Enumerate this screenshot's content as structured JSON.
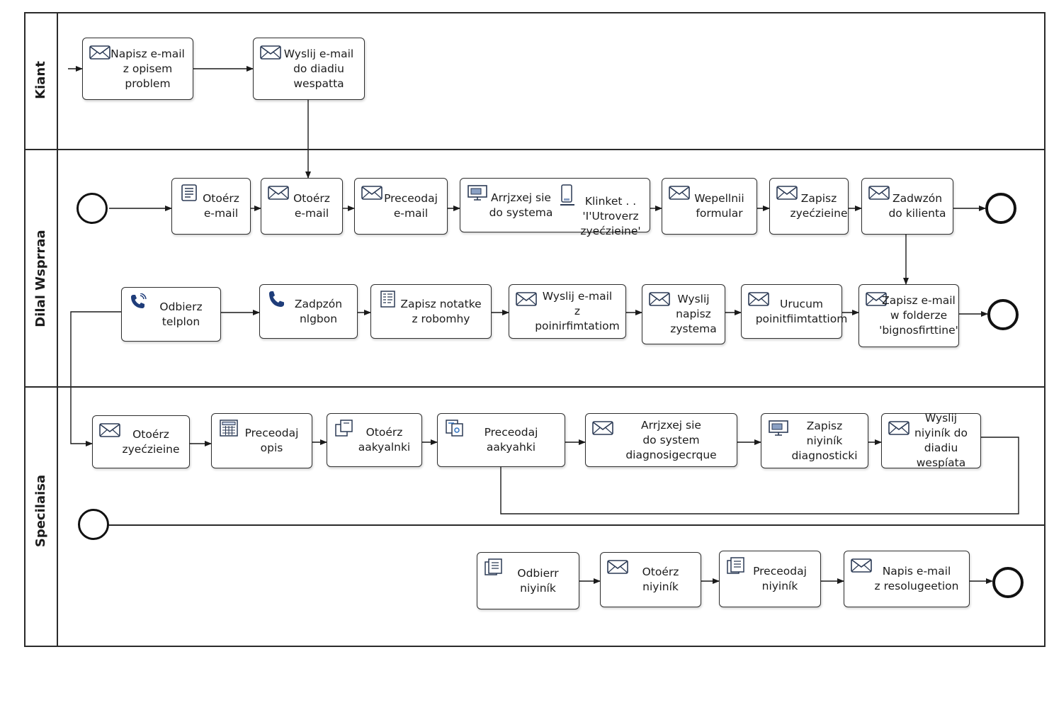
{
  "lanes": [
    {
      "title": "Kiant"
    },
    {
      "title": "Dilal  Wsprraa"
    },
    {
      "title": "Specilaisa"
    }
  ],
  "tasks": {
    "k1": {
      "label": "Napisz e-mail\nz opisem problem",
      "icon": "envelope-icon"
    },
    "k2": {
      "label": "Wyslij e-mail\ndo diadiu wespatta",
      "icon": "envelope-icon"
    },
    "d1": {
      "label": "Otoérz\ne-mail",
      "icon": "document-icon"
    },
    "d2": {
      "label": "Otoérz\ne-mail",
      "icon": "envelope-icon"
    },
    "d3": {
      "label": "Preceodaj\ne-mail",
      "icon": "envelope-icon"
    },
    "d4": {
      "label": "Arrjzxej sie\ndo systema",
      "icon": "monitor-icon",
      "sub_label": "Klinket . .\n'I'Utroverz\nzyećzieine'",
      "sub_icon": "device-icon"
    },
    "d5": {
      "label": "Wepellnii\nformular",
      "icon": "envelope-icon"
    },
    "d6": {
      "label": "Zapisz\nzyećzieine",
      "icon": "envelope-icon"
    },
    "d7": {
      "label": "Zadwzón\ndo kilienta",
      "icon": "envelope-icon"
    },
    "e1": {
      "label": "Odbierz\ntelplon",
      "icon": "phone-ring-icon"
    },
    "e2": {
      "label": "Zadpzón\nnlgbon",
      "icon": "phone-icon"
    },
    "e3": {
      "label": "Zapisz notatke\nz robomhy",
      "icon": "notes-icon"
    },
    "e4": {
      "label": "Wyslij e-mail\nz poinirfimtatiom",
      "icon": "envelope-icon"
    },
    "e5": {
      "label": "Wyslij\nnapisz\nzystema",
      "icon": "envelope-icon"
    },
    "e6": {
      "label": "Urucum\npoinitfiimtattiom",
      "icon": "envelope-icon"
    },
    "e7": {
      "label": "Zapisz e-mail\nw folderze\n'bignosfirttine'",
      "icon": "envelope-icon"
    },
    "s1": {
      "label": "Otoérz\nzyećzieine",
      "icon": "envelope-icon"
    },
    "s2": {
      "label": "Preceodaj\nopis",
      "icon": "calculator-icon"
    },
    "s3": {
      "label": "Otoérz\naakyalnki",
      "icon": "copy-icon"
    },
    "s4": {
      "label": "Preceodaj\naakyahki",
      "icon": "attachment-icon"
    },
    "s5": {
      "label": "Arrjzxej sie\ndo system diagnosigecrque",
      "icon": "envelope-icon"
    },
    "s6": {
      "label": "Zapisz\nniyiník diagnosticki",
      "icon": "monitor-icon"
    },
    "s7": {
      "label": "Wyslij\nniyiník do\ndiadiu wespíata",
      "icon": "envelope-icon"
    },
    "r1": {
      "label": "Odbierr\nniyiník",
      "icon": "document-stack-icon"
    },
    "r2": {
      "label": "Otoérz\nniyiník",
      "icon": "envelope-icon"
    },
    "r3": {
      "label": "Preceodaj\nniyiník",
      "icon": "document-stack-icon"
    },
    "r4": {
      "label": "Napis e-mail\nz resolugeetion",
      "icon": "envelope-icon"
    }
  }
}
